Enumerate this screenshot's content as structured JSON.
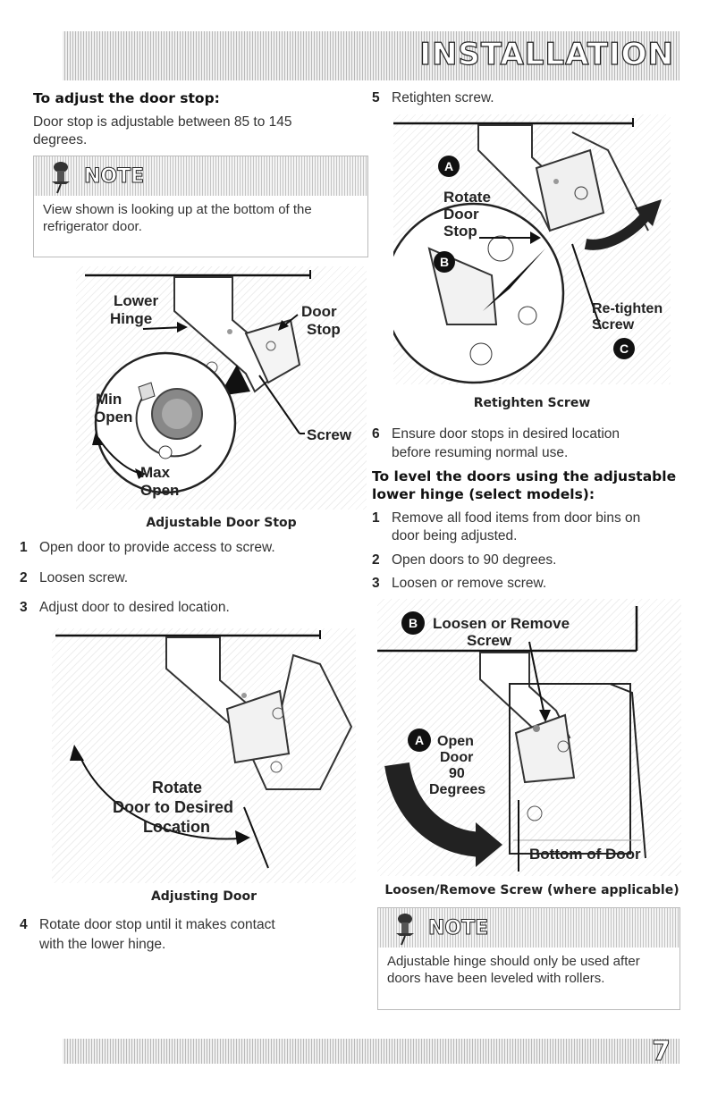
{
  "header": {
    "title": "INSTALLATION"
  },
  "left": {
    "heading": "To adjust the door stop:",
    "intro": "Door stop is adjustable between 85 to 145 degrees.",
    "note": {
      "label": "NOTE",
      "text": "View shown is looking up at the bottom of the refrigerator door."
    },
    "fig1": {
      "caption": "Adjustable Door Stop",
      "labels": {
        "lower_hinge_1": "Lower",
        "lower_hinge_2": "Hinge",
        "door_stop_1": "Door",
        "door_stop_2": "Stop",
        "screw": "Screw",
        "min_1": "Min",
        "min_2": "Open",
        "max_1": "Max",
        "max_2": "Open"
      }
    },
    "steps": [
      {
        "num": "1",
        "text": "Open door to provide access to screw."
      },
      {
        "num": "2",
        "text": "Loosen screw."
      },
      {
        "num": "3",
        "text": "Adjust door to desired location."
      }
    ],
    "fig2": {
      "caption": "Adjusting Door",
      "labels": {
        "l1": "Rotate",
        "l2": "Door to Desired",
        "l3": "Location"
      }
    },
    "step4": {
      "num": "4",
      "text_1": "Rotate door stop until it makes contact",
      "text_2": "with the lower hinge."
    }
  },
  "right": {
    "step5": {
      "num": "5",
      "text": "Retighten screw."
    },
    "fig3": {
      "caption": "Retighten Screw",
      "labels": {
        "a": "A",
        "b": "B",
        "c": "C",
        "rotate_1": "Rotate",
        "rotate_2": "Door",
        "rotate_3": "Stop",
        "retighten_1": "Re-tighten",
        "retighten_2": "Screw"
      }
    },
    "step6": {
      "num": "6",
      "text_1": "Ensure door stops in desired location",
      "text_2": "before resuming normal use."
    },
    "heading2_1": "To level the doors using the adjustable",
    "heading2_2": "lower hinge (select models):",
    "steps": [
      {
        "num": "1",
        "text_1": "Remove all food items from door bins on",
        "text_2": "door being adjusted."
      },
      {
        "num": "2",
        "text_1": "Open doors to 90 degrees.",
        "text_2": ""
      },
      {
        "num": "3",
        "text_1": "Loosen or remove screw.",
        "text_2": ""
      }
    ],
    "fig4": {
      "caption": "Loosen/Remove Screw (where applicable)",
      "labels": {
        "b": "B",
        "loosen_1": "Loosen or Remove",
        "loosen_2": "Screw",
        "a": "A",
        "open_1": "Open",
        "open_2": "Door",
        "open_3": "90",
        "open_4": "Degrees",
        "bottom": "Bottom of Door"
      }
    },
    "note": {
      "label": "NOTE",
      "text": "Adjustable hinge should only be used after doors have been leveled with rollers."
    }
  },
  "footer": {
    "page": "7"
  }
}
